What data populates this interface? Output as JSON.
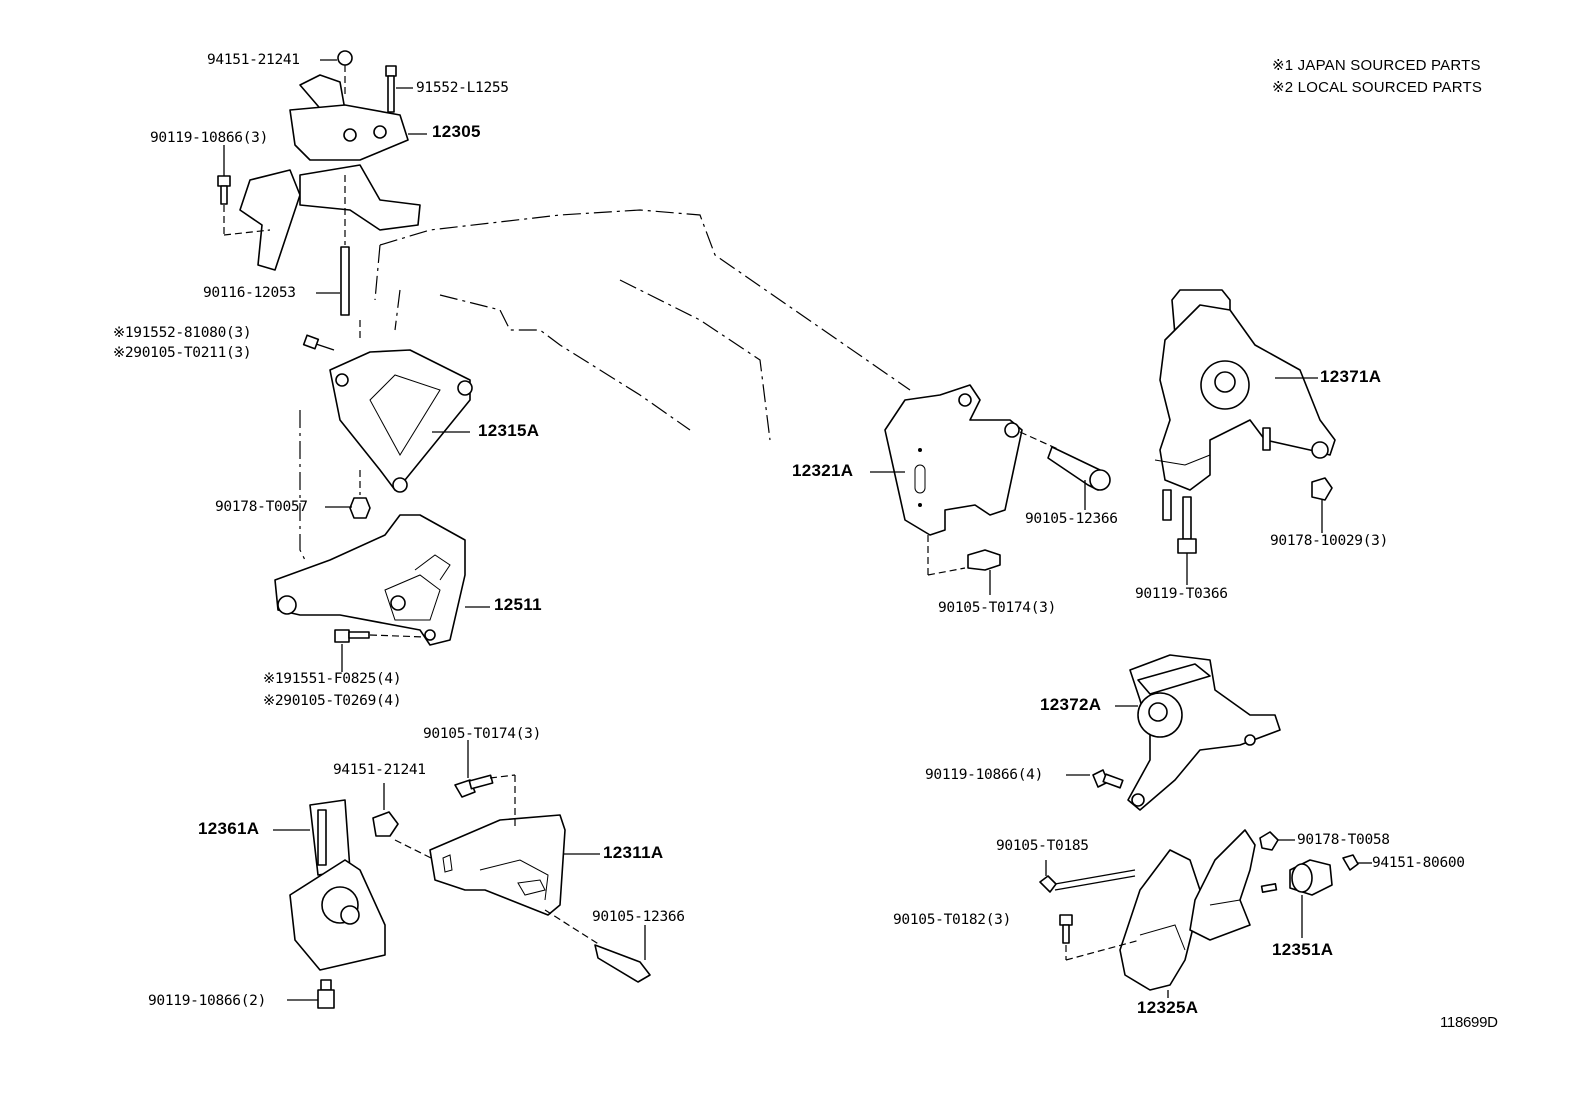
{
  "notes": {
    "note1": "※1 JAPAN SOURCED PARTS",
    "note2": "※2 LOCAL SOURCED PARTS"
  },
  "diagram_code": "118699D",
  "callouts": {
    "p94151_21241_top": "94151-21241",
    "p91552_L1255": "91552-L1255",
    "p12305": "12305",
    "p90119_10866_3": "90119-10866(3)",
    "p90116_12053": "90116-12053",
    "p91552_81080_3": "※191552-81080(3)",
    "p90105_T0211_3": "※290105-T0211(3)",
    "p12315A": "12315A",
    "p90178_T0057": "90178-T0057",
    "p12511": "12511",
    "p91551_F0825_4": "※191551-F0825(4)",
    "p90105_T0269_4": "※290105-T0269(4)",
    "p90105_T0174_3_left": "90105-T0174(3)",
    "p94151_21241_mid": "94151-21241",
    "p12361A": "12361A",
    "p12311A": "12311A",
    "p90105_12366_left": "90105-12366",
    "p90119_10866_2": "90119-10866(2)",
    "p12321A": "12321A",
    "p90105_12366_right": "90105-12366",
    "p90105_T0174_3_right": "90105-T0174(3)",
    "p12371A": "12371A",
    "p90178_10029_3": "90178-10029(3)",
    "p90119_T0366": "90119-T0366",
    "p12372A": "12372A",
    "p90119_10866_4": "90119-10866(4)",
    "p90105_T0185": "90105-T0185",
    "p90178_T0058": "90178-T0058",
    "p94151_80600": "94151-80600",
    "p90105_T0182_3": "90105-T0182(3)",
    "p12351A": "12351A",
    "p12325A": "12325A"
  }
}
